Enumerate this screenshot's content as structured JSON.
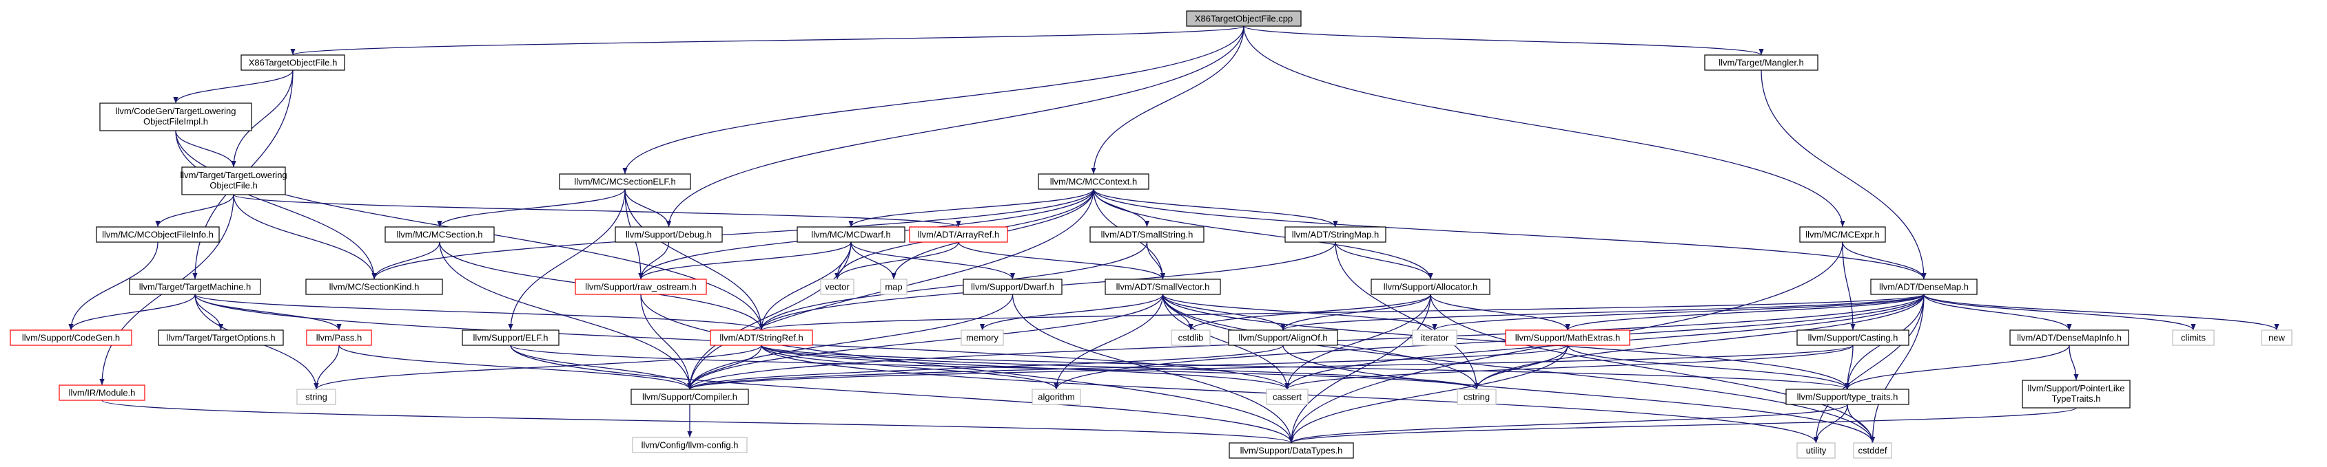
{
  "diagram": {
    "type": "include-dependency-graph",
    "colors": {
      "edge": "#191970",
      "root_fill": "#bfbfbf",
      "documented_border": "#000000",
      "undocumented_border": "#ff0000",
      "external_border": "#bfbfbf"
    },
    "nodes": [
      {
        "id": "root",
        "label": "X86TargetObjectFile.cpp",
        "kind": "root"
      },
      {
        "id": "x86tof_h",
        "label": "X86TargetObjectFile.h",
        "kind": "normal"
      },
      {
        "id": "mangler",
        "label": "llvm/Target/Mangler.h",
        "kind": "normal"
      },
      {
        "id": "cg_tlofi",
        "label": "llvm/CodeGen/TargetLowering ObjectFileImpl.h",
        "kind": "normal"
      },
      {
        "id": "tlof",
        "label": "llvm/Target/TargetLowering ObjectFile.h",
        "kind": "normal"
      },
      {
        "id": "mcsecelf",
        "label": "llvm/MC/MCSectionELF.h",
        "kind": "normal"
      },
      {
        "id": "mccontext",
        "label": "llvm/MC/MCContext.h",
        "kind": "normal"
      },
      {
        "id": "mcofi",
        "label": "llvm/MC/MCObjectFileInfo.h",
        "kind": "normal"
      },
      {
        "id": "mcsection",
        "label": "llvm/MC/MCSection.h",
        "kind": "normal"
      },
      {
        "id": "supdebug",
        "label": "llvm/Support/Debug.h",
        "kind": "normal"
      },
      {
        "id": "mcdwarf",
        "label": "llvm/MC/MCDwarf.h",
        "kind": "normal"
      },
      {
        "id": "arrayref",
        "label": "llvm/ADT/ArrayRef.h",
        "kind": "red"
      },
      {
        "id": "smallstring",
        "label": "llvm/ADT/SmallString.h",
        "kind": "normal"
      },
      {
        "id": "stringmap",
        "label": "llvm/ADT/StringMap.h",
        "kind": "normal"
      },
      {
        "id": "mcexpr",
        "label": "llvm/MC/MCExpr.h",
        "kind": "normal"
      },
      {
        "id": "targetmachine",
        "label": "llvm/Target/TargetMachine.h",
        "kind": "normal"
      },
      {
        "id": "mcseckind",
        "label": "llvm/MC/SectionKind.h",
        "kind": "normal"
      },
      {
        "id": "rawostream",
        "label": "llvm/Support/raw_ostream.h",
        "kind": "red"
      },
      {
        "id": "vector",
        "label": "vector",
        "kind": "gray"
      },
      {
        "id": "map",
        "label": "map",
        "kind": "gray"
      },
      {
        "id": "supdwarf",
        "label": "llvm/Support/Dwarf.h",
        "kind": "normal"
      },
      {
        "id": "smallvector",
        "label": "llvm/ADT/SmallVector.h",
        "kind": "normal"
      },
      {
        "id": "allocator",
        "label": "llvm/Support/Allocator.h",
        "kind": "normal"
      },
      {
        "id": "densemap",
        "label": "llvm/ADT/DenseMap.h",
        "kind": "normal"
      },
      {
        "id": "supcodegen",
        "label": "llvm/Support/CodeGen.h",
        "kind": "red"
      },
      {
        "id": "targetoptions",
        "label": "llvm/Target/TargetOptions.h",
        "kind": "normal"
      },
      {
        "id": "pass",
        "label": "llvm/Pass.h",
        "kind": "red"
      },
      {
        "id": "supelf",
        "label": "llvm/Support/ELF.h",
        "kind": "normal"
      },
      {
        "id": "stringref",
        "label": "llvm/ADT/StringRef.h",
        "kind": "red"
      },
      {
        "id": "memory",
        "label": "memory",
        "kind": "gray"
      },
      {
        "id": "cstdlib",
        "label": "cstdlib",
        "kind": "gray"
      },
      {
        "id": "alignof",
        "label": "llvm/Support/AlignOf.h",
        "kind": "normal"
      },
      {
        "id": "iterator",
        "label": "iterator",
        "kind": "gray"
      },
      {
        "id": "mathextras",
        "label": "llvm/Support/MathExtras.h",
        "kind": "red"
      },
      {
        "id": "casting",
        "label": "llvm/Support/Casting.h",
        "kind": "normal"
      },
      {
        "id": "densemapinfo",
        "label": "llvm/ADT/DenseMapInfo.h",
        "kind": "normal"
      },
      {
        "id": "climits",
        "label": "climits",
        "kind": "gray"
      },
      {
        "id": "new",
        "label": "new",
        "kind": "gray"
      },
      {
        "id": "irmodule",
        "label": "llvm/IR/Module.h",
        "kind": "red"
      },
      {
        "id": "string",
        "label": "string",
        "kind": "gray"
      },
      {
        "id": "compiler",
        "label": "llvm/Support/Compiler.h",
        "kind": "normal"
      },
      {
        "id": "algorithm",
        "label": "algorithm",
        "kind": "gray"
      },
      {
        "id": "cassert",
        "label": "cassert",
        "kind": "gray"
      },
      {
        "id": "cstring",
        "label": "cstring",
        "kind": "gray"
      },
      {
        "id": "typetraits",
        "label": "llvm/Support/type_traits.h",
        "kind": "normal"
      },
      {
        "id": "pointerlike",
        "label": "llvm/Support/PointerLike TypeTraits.h",
        "kind": "normal"
      },
      {
        "id": "llvmconfig",
        "label": "llvm/Config/llvm-config.h",
        "kind": "gray"
      },
      {
        "id": "datatypes",
        "label": "llvm/Support/DataTypes.h",
        "kind": "normal"
      },
      {
        "id": "utility",
        "label": "utility",
        "kind": "gray"
      },
      {
        "id": "cstddef",
        "label": "cstddef",
        "kind": "gray"
      }
    ],
    "edges": [
      [
        "root",
        "x86tof_h"
      ],
      [
        "root",
        "mcsecelf"
      ],
      [
        "root",
        "mccontext"
      ],
      [
        "root",
        "mcexpr"
      ],
      [
        "root",
        "mangler"
      ],
      [
        "root",
        "supdebug"
      ],
      [
        "x86tof_h",
        "cg_tlofi"
      ],
      [
        "x86tof_h",
        "tlof"
      ],
      [
        "x86tof_h",
        "targetmachine"
      ],
      [
        "mangler",
        "densemap"
      ],
      [
        "cg_tlofi",
        "tlof"
      ],
      [
        "cg_tlofi",
        "mcseckind"
      ],
      [
        "cg_tlofi",
        "stringref"
      ],
      [
        "tlof",
        "mcofi"
      ],
      [
        "tlof",
        "mcseckind"
      ],
      [
        "tlof",
        "irmodule"
      ],
      [
        "tlof",
        "arrayref"
      ],
      [
        "mcsecelf",
        "mcsection"
      ],
      [
        "mcsecelf",
        "supdebug"
      ],
      [
        "mcsecelf",
        "rawostream"
      ],
      [
        "mcsecelf",
        "supelf"
      ],
      [
        "mcsecelf",
        "stringref"
      ],
      [
        "mccontext",
        "mcseckind"
      ],
      [
        "mccontext",
        "mcdwarf"
      ],
      [
        "mccontext",
        "smallstring"
      ],
      [
        "mccontext",
        "stringmap"
      ],
      [
        "mccontext",
        "allocator"
      ],
      [
        "mccontext",
        "densemap"
      ],
      [
        "mccontext",
        "smallvector"
      ],
      [
        "mccontext",
        "rawostream"
      ],
      [
        "mccontext",
        "vector"
      ],
      [
        "mccontext",
        "map"
      ],
      [
        "mccontext",
        "compiler"
      ],
      [
        "mcofi",
        "supcodegen"
      ],
      [
        "mcsection",
        "mcseckind"
      ],
      [
        "mcsection",
        "stringref"
      ],
      [
        "mcsection",
        "compiler"
      ],
      [
        "supdebug",
        "rawostream"
      ],
      [
        "mcdwarf",
        "rawostream"
      ],
      [
        "mcdwarf",
        "vector"
      ],
      [
        "mcdwarf",
        "map"
      ],
      [
        "mcdwarf",
        "supdwarf"
      ],
      [
        "mcdwarf",
        "stringref"
      ],
      [
        "mcdwarf",
        "compiler"
      ],
      [
        "arrayref",
        "smallvector"
      ],
      [
        "arrayref",
        "vector"
      ],
      [
        "smallstring",
        "smallvector"
      ],
      [
        "smallstring",
        "stringref"
      ],
      [
        "stringmap",
        "allocator"
      ],
      [
        "stringmap",
        "stringref"
      ],
      [
        "stringmap",
        "cstring"
      ],
      [
        "mcexpr",
        "densemap"
      ],
      [
        "mcexpr",
        "casting"
      ],
      [
        "mcexpr",
        "datatypes"
      ],
      [
        "targetmachine",
        "supcodegen"
      ],
      [
        "targetmachine",
        "targetoptions"
      ],
      [
        "targetmachine",
        "pass"
      ],
      [
        "targetmachine",
        "stringref"
      ],
      [
        "targetmachine",
        "string"
      ],
      [
        "targetmachine",
        "cassert"
      ],
      [
        "rawostream",
        "compiler"
      ],
      [
        "rawostream",
        "datatypes"
      ],
      [
        "supdwarf",
        "compiler"
      ],
      [
        "supdwarf",
        "datatypes"
      ],
      [
        "smallvector",
        "alignof"
      ],
      [
        "smallvector",
        "compiler"
      ],
      [
        "smallvector",
        "typetraits"
      ],
      [
        "smallvector",
        "algorithm"
      ],
      [
        "smallvector",
        "cassert"
      ],
      [
        "smallvector",
        "cstddef"
      ],
      [
        "smallvector",
        "cstdlib"
      ],
      [
        "smallvector",
        "cstring"
      ],
      [
        "smallvector",
        "iterator"
      ],
      [
        "smallvector",
        "memory"
      ],
      [
        "allocator",
        "alignof"
      ],
      [
        "allocator",
        "mathextras"
      ],
      [
        "allocator",
        "datatypes"
      ],
      [
        "allocator",
        "cassert"
      ],
      [
        "allocator",
        "cstddef"
      ],
      [
        "allocator",
        "cstdlib"
      ],
      [
        "densemap",
        "densemapinfo"
      ],
      [
        "densemap",
        "alignof"
      ],
      [
        "densemap",
        "compiler"
      ],
      [
        "densemap",
        "mathextras"
      ],
      [
        "densemap",
        "typetraits"
      ],
      [
        "densemap",
        "algorithm"
      ],
      [
        "densemap",
        "cassert"
      ],
      [
        "densemap",
        "climits"
      ],
      [
        "densemap",
        "cstddef"
      ],
      [
        "densemap",
        "cstring"
      ],
      [
        "densemap",
        "iterator"
      ],
      [
        "densemap",
        "new"
      ],
      [
        "densemap",
        "utility"
      ],
      [
        "densemap",
        "stringref"
      ],
      [
        "pass",
        "compiler"
      ],
      [
        "pass",
        "string"
      ],
      [
        "supelf",
        "compiler"
      ],
      [
        "supelf",
        "datatypes"
      ],
      [
        "supelf",
        "cstring"
      ],
      [
        "stringref",
        "compiler"
      ],
      [
        "stringref",
        "typetraits"
      ],
      [
        "stringref",
        "algorithm"
      ],
      [
        "stringref",
        "cassert"
      ],
      [
        "stringref",
        "cstring"
      ],
      [
        "stringref",
        "limits"
      ],
      [
        "stringref",
        "string"
      ],
      [
        "stringref",
        "utility"
      ],
      [
        "alignof",
        "compiler"
      ],
      [
        "alignof",
        "cstddef"
      ],
      [
        "mathextras",
        "compiler"
      ],
      [
        "mathextras",
        "datatypes"
      ],
      [
        "mathextras",
        "typetraits"
      ],
      [
        "mathextras",
        "cstring"
      ],
      [
        "casting",
        "compiler"
      ],
      [
        "casting",
        "typetraits"
      ],
      [
        "casting",
        "cassert"
      ],
      [
        "densemapinfo",
        "pointerlike"
      ],
      [
        "densemapinfo",
        "typetraits"
      ],
      [
        "irmodule",
        "datatypes"
      ],
      [
        "compiler",
        "llvmconfig"
      ],
      [
        "typetraits",
        "datatypes"
      ],
      [
        "typetraits",
        "cstddef"
      ],
      [
        "typetraits",
        "utility"
      ],
      [
        "pointerlike",
        "datatypes"
      ]
    ]
  }
}
